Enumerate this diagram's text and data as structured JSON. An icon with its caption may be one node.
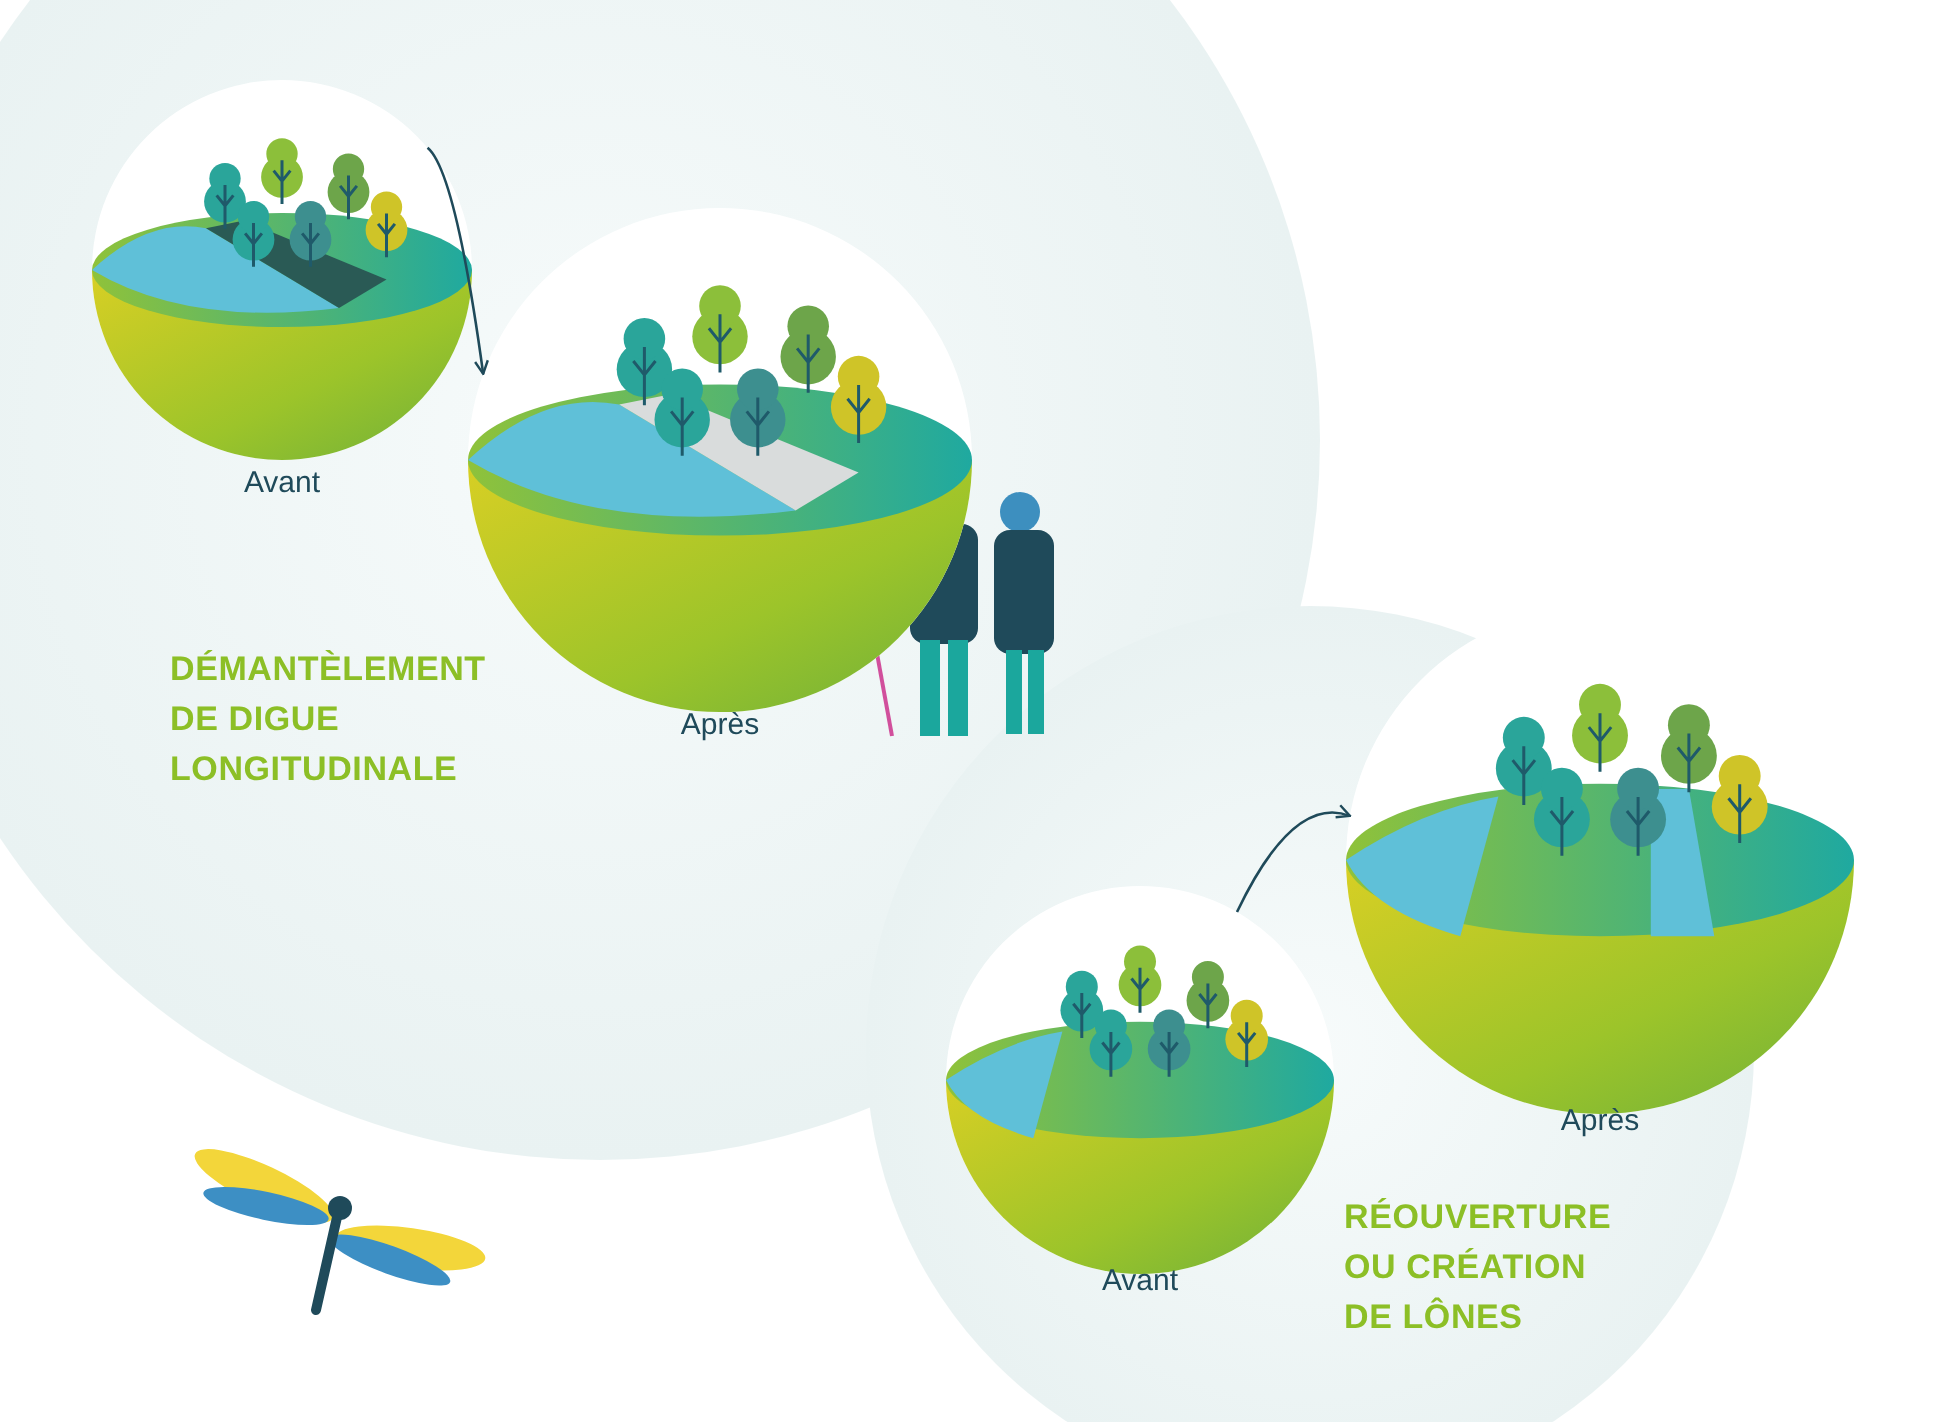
{
  "diagram": {
    "nodes": [
      {
        "text": [],
        "shape": "picture",
        "beside": [
          "Avant"
        ]
      },
      {
        "text": [],
        "shape": "picture",
        "beside": [
          "Après"
        ]
      },
      {
        "text": [],
        "shape": "picture",
        "beside": [
          "Avant"
        ]
      },
      {
        "text": [],
        "shape": "picture",
        "beside": [
          "Après"
        ]
      }
    ],
    "edges": [
      {
        "from": 0,
        "to": 1,
        "arrow": "to"
      },
      {
        "from": 2,
        "to": 3,
        "arrow": "to"
      }
    ],
    "labels": [
      "DÉMANTÈLEMENT DE DIGUE LONGITUDINALE",
      "RÉOUVERTURE OU CRÉATION DE LÔNES"
    ]
  }
}
